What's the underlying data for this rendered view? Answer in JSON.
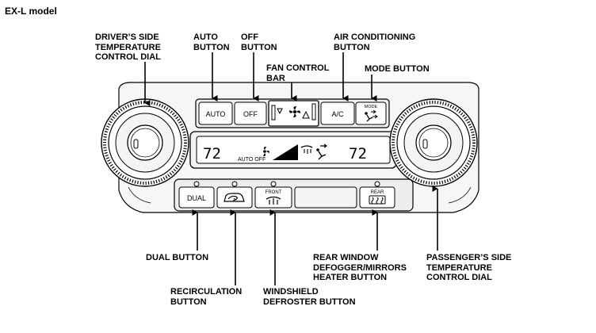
{
  "title": "EX-L model",
  "labels": {
    "driver_dial": [
      "DRIVER’S SIDE",
      "TEMPERATURE",
      "CONTROL DIAL"
    ],
    "auto": [
      "AUTO",
      "BUTTON"
    ],
    "off": [
      "OFF",
      "BUTTON"
    ],
    "fan": [
      "FAN CONTROL",
      "BAR"
    ],
    "ac": [
      "AIR CONDITIONING",
      "BUTTON"
    ],
    "mode": [
      "MODE BUTTON"
    ],
    "dual": [
      "DUAL BUTTON"
    ],
    "recirc": [
      "RECIRCULATION",
      "BUTTON"
    ],
    "windshield": [
      "WINDSHIELD",
      "DEFROSTER BUTTON"
    ],
    "rear": [
      "REAR WINDOW",
      "DEFOGGER/MIRRORS",
      "HEATER BUTTON"
    ],
    "passenger_dial": [
      "PASSENGER’S SIDE",
      "TEMPERATURE",
      "CONTROL DIAL"
    ]
  },
  "buttons": {
    "auto": "AUTO",
    "off": "OFF",
    "ac": "A/C",
    "mode": "MODE",
    "dual": "DUAL",
    "front": "FRONT",
    "rear": "REAR"
  },
  "display": {
    "left_temp": "72",
    "right_temp": "72",
    "status": "AUTO OFF"
  }
}
